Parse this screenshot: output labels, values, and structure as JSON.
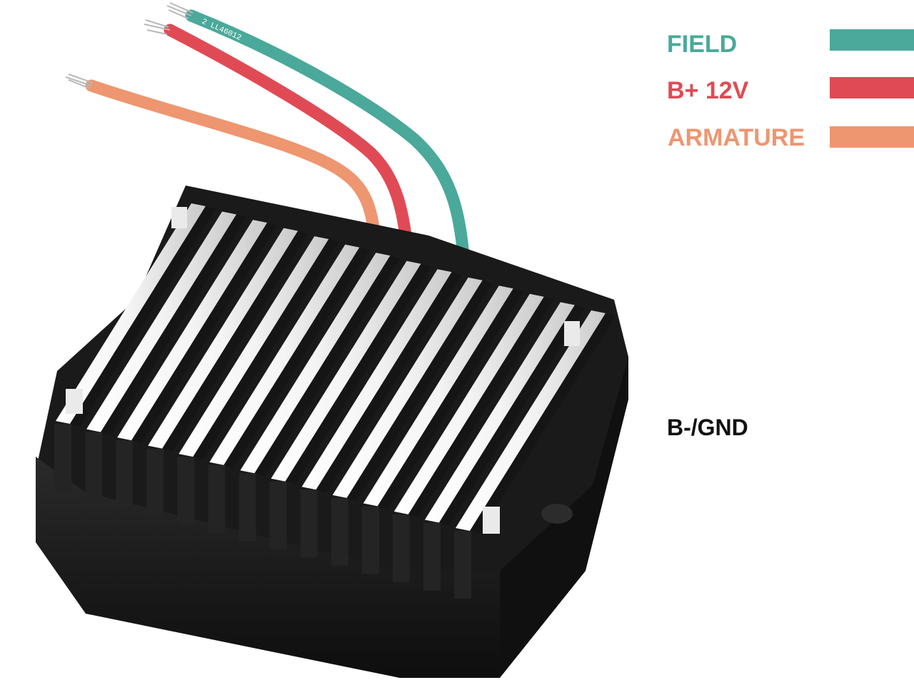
{
  "legend": {
    "field": {
      "label": "FIELD",
      "color": "#4aa99a"
    },
    "b_plus": {
      "label": "B+ 12V",
      "color": "#e04a55"
    },
    "armature": {
      "label": "ARMATURE",
      "color": "#ee9670"
    }
  },
  "ground_label": {
    "label": "B-/GND",
    "color": "#111111"
  },
  "wire_marking": "2 LL46012",
  "colors": {
    "body": "#171717",
    "fin_highlight": "#f2f2f2",
    "background": "#ffffff"
  }
}
